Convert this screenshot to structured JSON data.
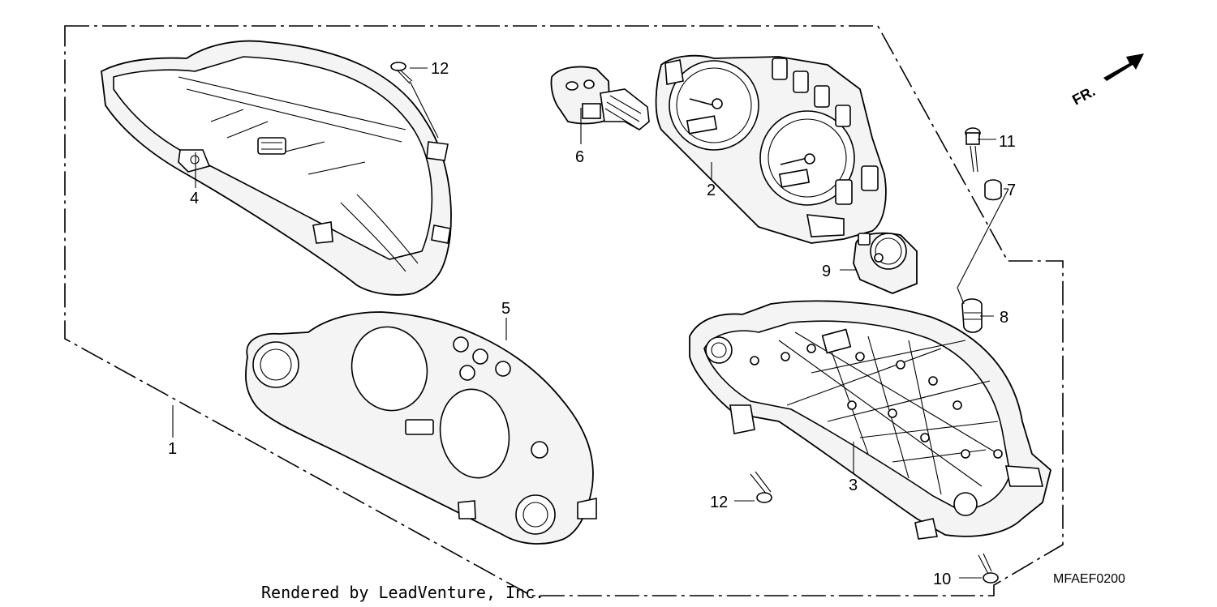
{
  "callouts": {
    "c1": "1",
    "c2": "2",
    "c3": "3",
    "c4": "4",
    "c5": "5",
    "c6": "6",
    "c7": "7",
    "c8": "8",
    "c9": "9",
    "c10": "10",
    "c11": "11",
    "c12a": "12",
    "c12b": "12"
  },
  "direction_label": "FR.",
  "credit": "Rendered by LeadVenture, Inc.",
  "diagram_code": "MFAEF0200"
}
